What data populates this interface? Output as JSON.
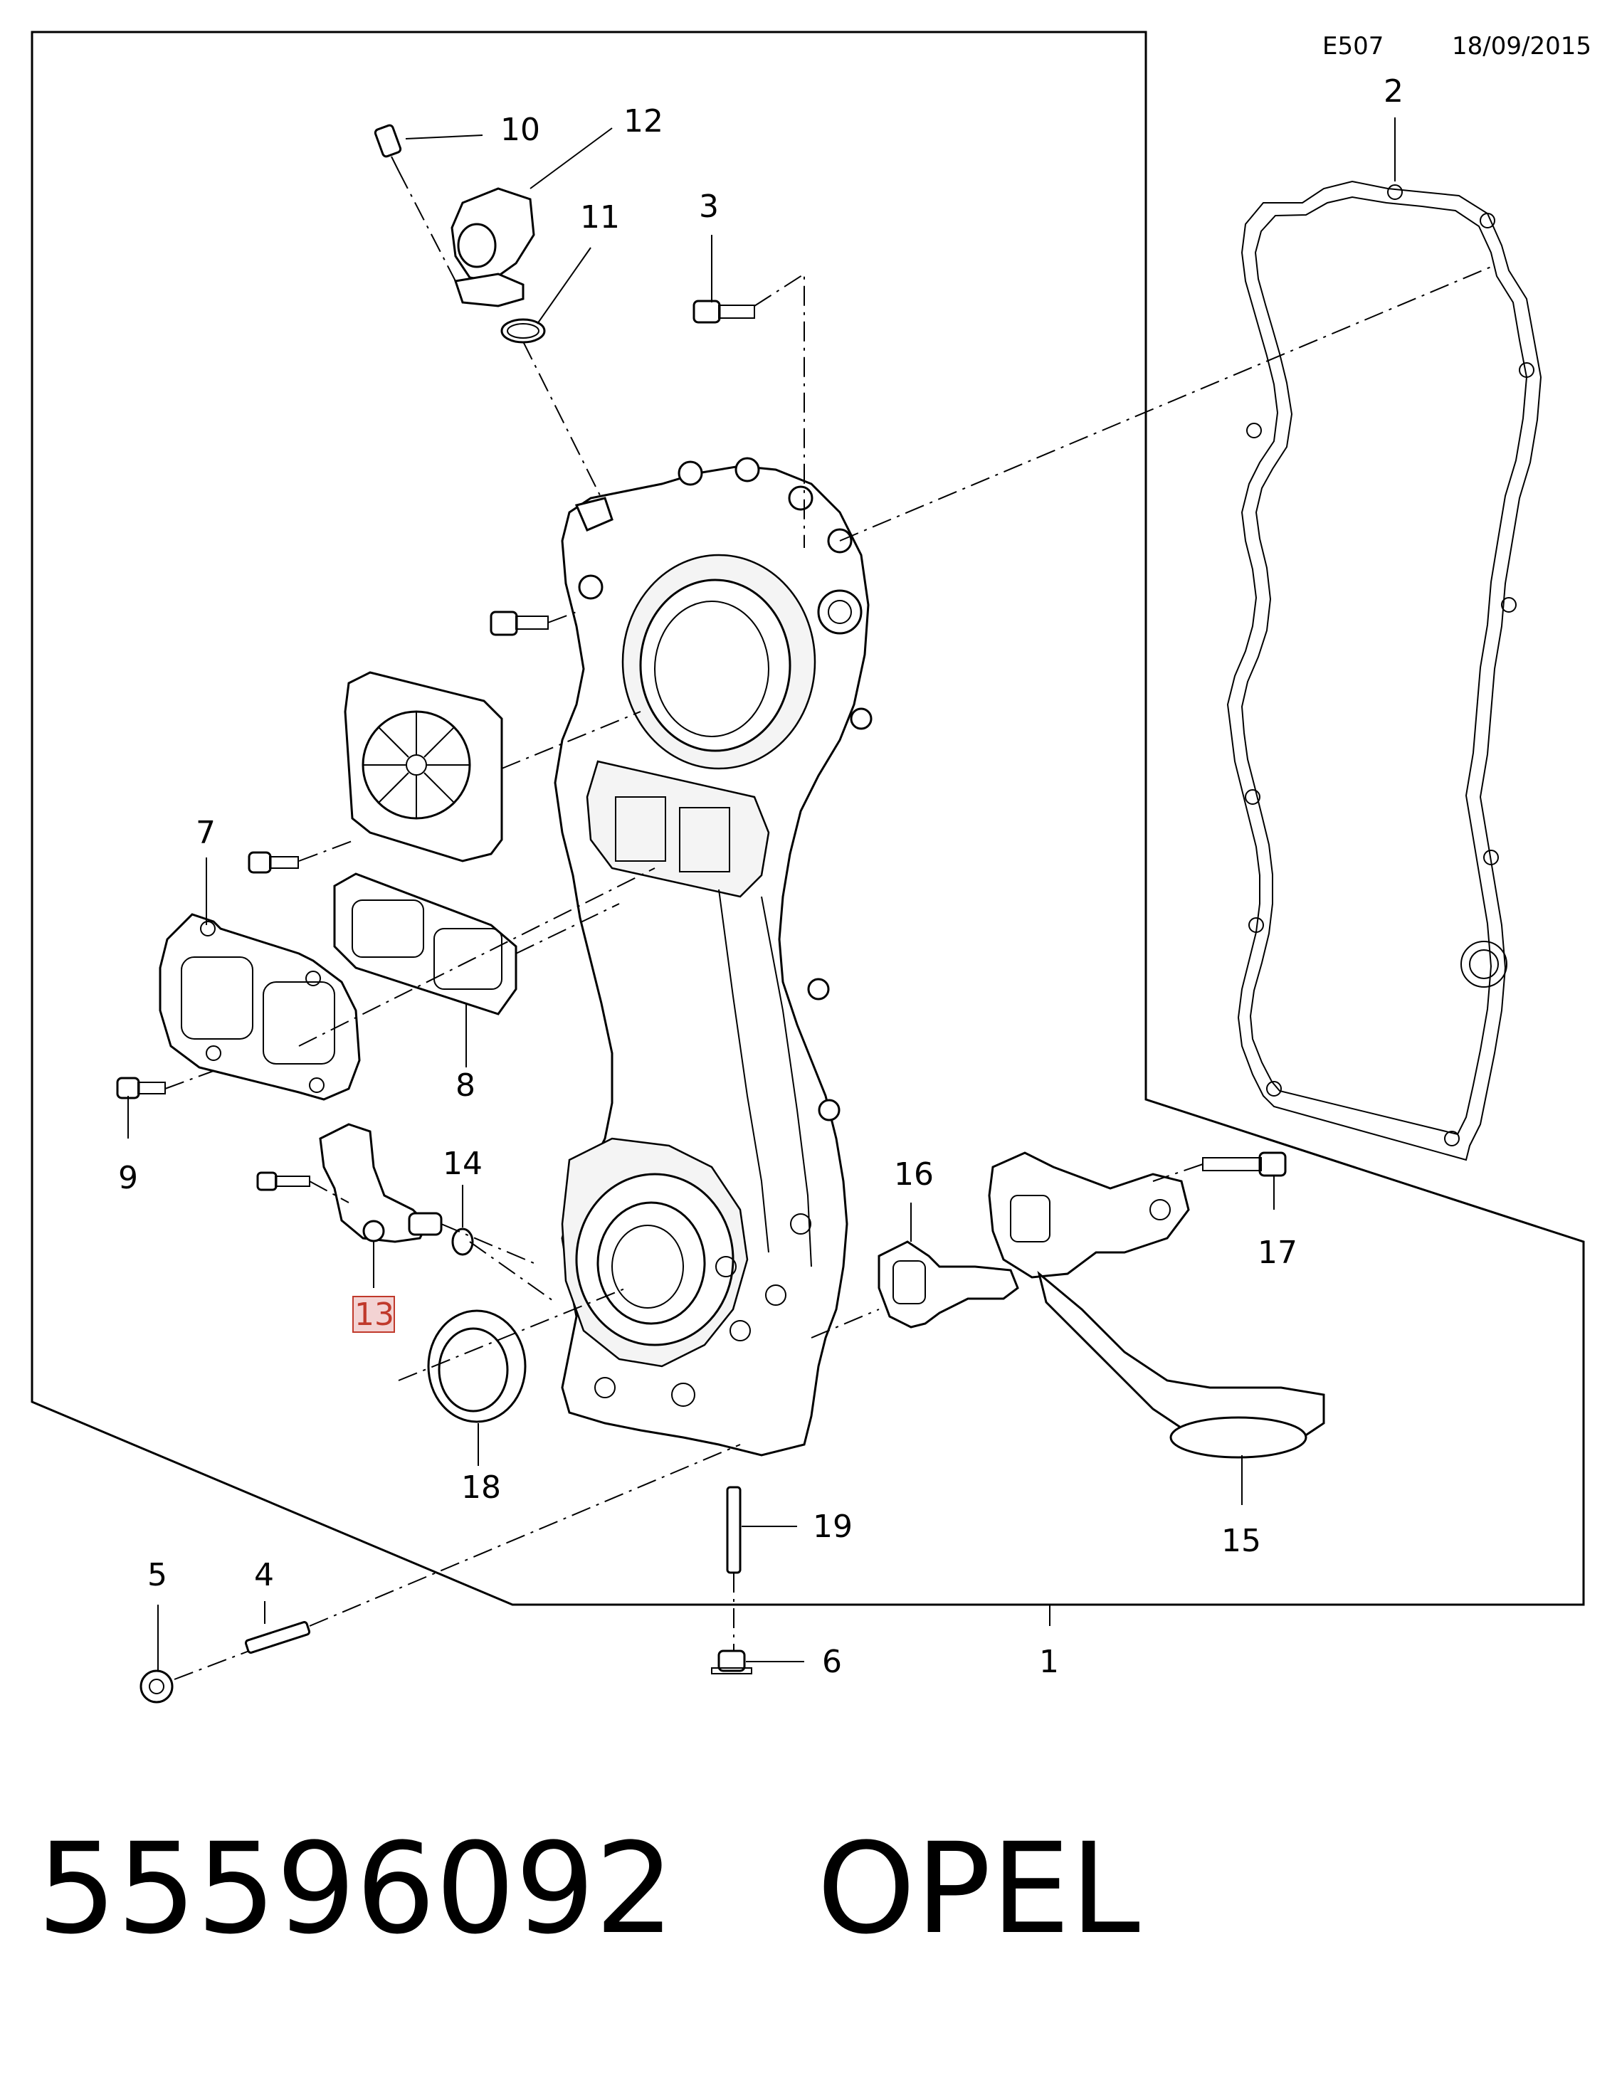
{
  "header": {
    "code": "E507",
    "date": "18/09/2015"
  },
  "callouts": {
    "c1": "1",
    "c2": "2",
    "c3": "3",
    "c4": "4",
    "c5": "5",
    "c6": "6",
    "c7": "7",
    "c8": "8",
    "c9": "9",
    "c10": "10",
    "c11": "11",
    "c12": "12",
    "c13": "13",
    "c14": "14",
    "c15": "15",
    "c16": "16",
    "c17": "17",
    "c18": "18",
    "c19": "19"
  },
  "highlighted_callout": "13",
  "footer": {
    "part_number": "55596092",
    "brand": "OPEL"
  }
}
